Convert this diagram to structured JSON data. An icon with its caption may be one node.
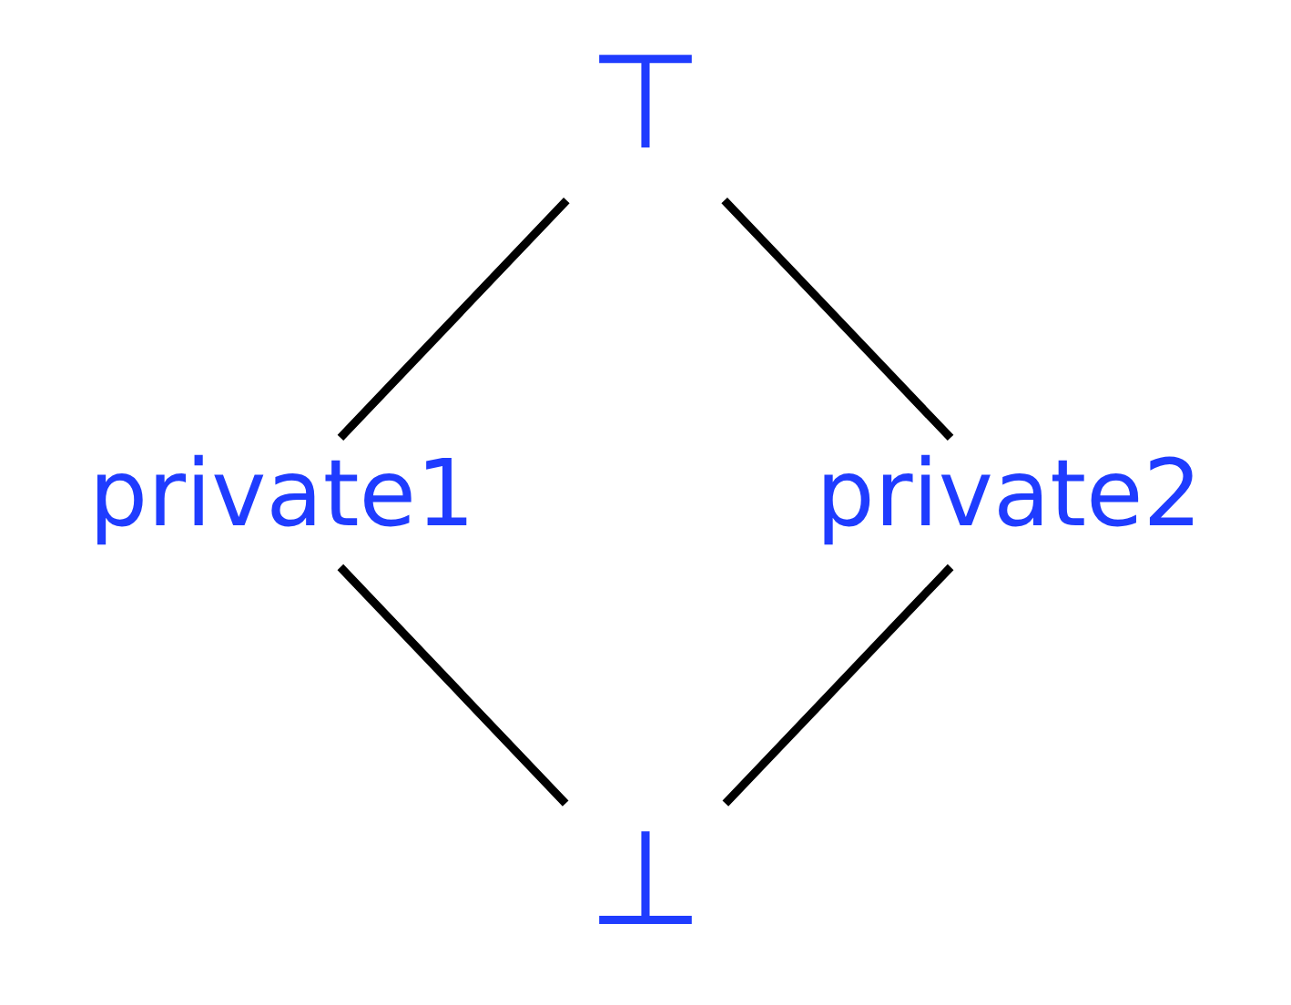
{
  "diagram": {
    "nodes": [
      {
        "text": [
          "⊤"
        ]
      },
      {
        "text": [
          "private1"
        ]
      },
      {
        "text": [
          "private2"
        ]
      },
      {
        "text": [
          "⊥"
        ]
      }
    ],
    "edges": [
      {
        "from": 0,
        "to": 1,
        "arrow": "none"
      },
      {
        "from": 0,
        "to": 2,
        "arrow": "none"
      },
      {
        "from": 1,
        "to": 3,
        "arrow": "none"
      },
      {
        "from": 2,
        "to": 3,
        "arrow": "none"
      }
    ]
  }
}
